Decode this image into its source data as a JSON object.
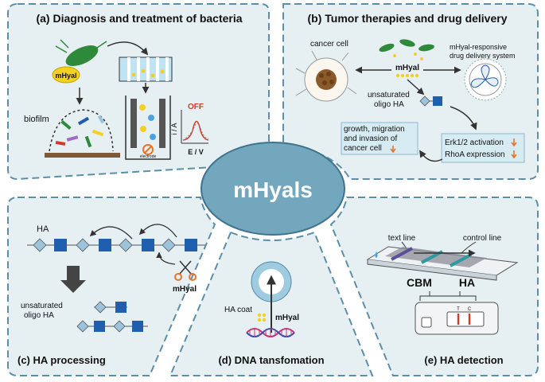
{
  "center": {
    "label": "mHyals"
  },
  "panels": {
    "a": {
      "title": "(a) Diagnosis and treatment of bacteria",
      "bacterium_label": "mHyal",
      "biofilm_label": "biofilm",
      "off_label": "OFF",
      "y_axis": "i / A",
      "x_axis": "E / V",
      "electrode_label": "electrode"
    },
    "b": {
      "title": "(b) Tumor therapies and drug delivery",
      "cancer_cell": "cancer cell",
      "enzyme": "mHyal",
      "system_line1": "mHyal-responsive",
      "system_line2": "drug delivery system",
      "unsat_line1": "unsaturated",
      "unsat_line2": "oligo HA",
      "growth_line1": "growth, migration",
      "growth_line2": "and invasion of",
      "growth_line3": "cancer cell",
      "erk": "Erk1/2 activation",
      "rhoa": "RhoA expression"
    },
    "c": {
      "title": "(c) HA processing",
      "ha_label": "HA",
      "enzyme": "mHyal",
      "unsat_line1": "unsaturated",
      "unsat_line2": "oligo HA"
    },
    "d": {
      "title": "(d) DNA tansfomation",
      "coat": "HA coat",
      "enzyme": "mHyal"
    },
    "e": {
      "title": "(e) HA detection",
      "text_line": "text line",
      "control_line": "control line",
      "cbm": "CBM",
      "ha": "HA",
      "t_mark": "T",
      "c_mark": "C"
    }
  },
  "colors": {
    "panel_bg": "#e6f0f3",
    "panel_border": "#5b8fa8",
    "center_fill": "#72a7bd",
    "square": "#1f5fae",
    "diamond": "#9cc3dc",
    "bacterium": "#2e8a3a",
    "yellow": "#f2d024",
    "red": "#d23a2a",
    "orange": "#e8742a"
  }
}
